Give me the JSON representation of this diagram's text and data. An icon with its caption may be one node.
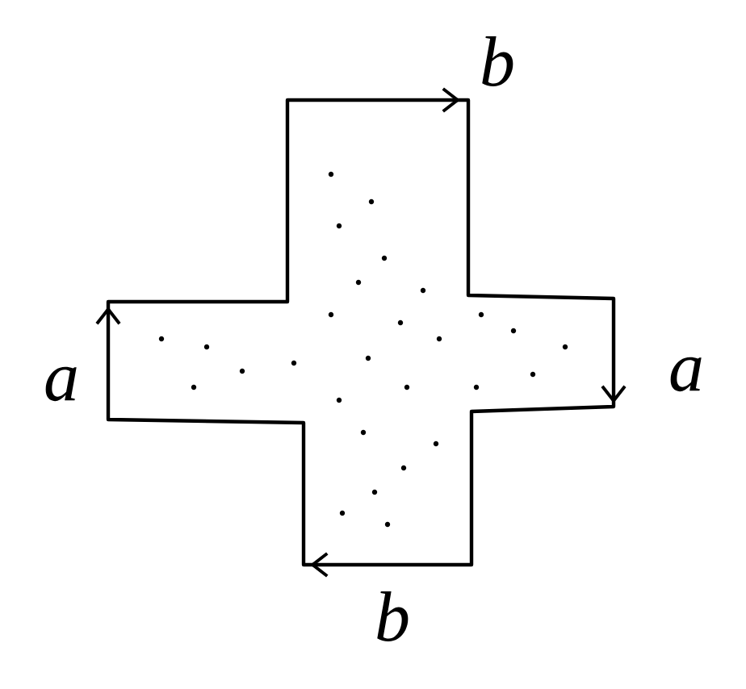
{
  "diagram": {
    "labels": [
      "b",
      "a",
      "a",
      "b"
    ]
  }
}
